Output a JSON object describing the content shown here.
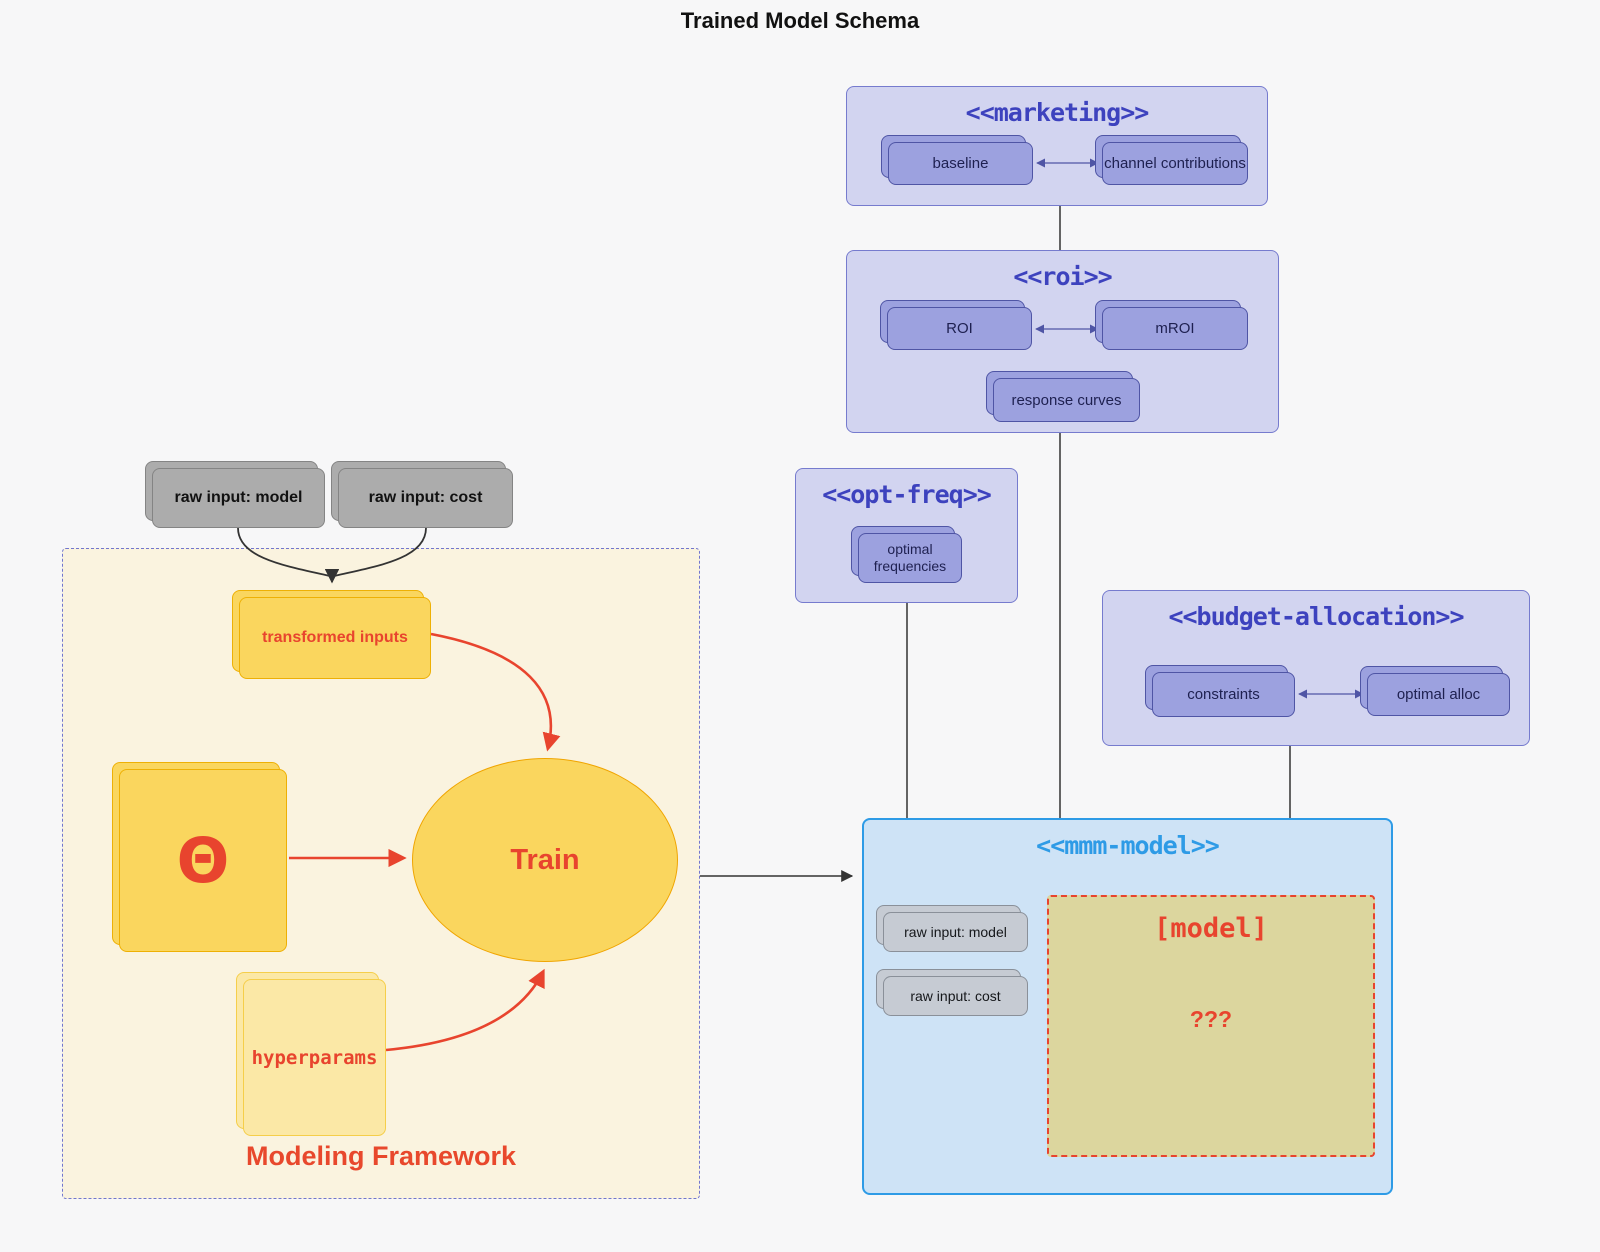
{
  "diagram_title": "Trained Model Schema",
  "groups": {
    "marketing": {
      "title": "<<marketing>>",
      "nodes": {
        "baseline": "baseline",
        "channel_contributions": "channel contributions"
      }
    },
    "roi": {
      "title": "<<roi>>",
      "nodes": {
        "roi": "ROI",
        "mroi": "mROI",
        "response_curves": "response curves"
      }
    },
    "opt_freq": {
      "title": "<<opt-freq>>",
      "nodes": {
        "optimal_frequencies": "optimal frequencies"
      }
    },
    "budget_allocation": {
      "title": "<<budget-allocation>>",
      "nodes": {
        "constraints": "constraints",
        "optimal_alloc": "optimal alloc"
      }
    },
    "mmm_model": {
      "title": "<<mmm-model>>",
      "nodes": {
        "raw_input_model": "raw input: model",
        "raw_input_cost": "raw input: cost",
        "model_box_title": "[model]",
        "model_box_body": "???"
      }
    },
    "modeling_framework": {
      "title": "Modeling Framework",
      "nodes": {
        "transformed_inputs": "transformed inputs",
        "theta": "Θ",
        "train": "Train",
        "hyperparams": "hyperparams"
      }
    }
  },
  "external_inputs": {
    "raw_input_model": "raw input: model",
    "raw_input_cost": "raw input: cost"
  },
  "colors": {
    "background": "#F7F7F8",
    "group_fill": "#D2D4F0",
    "group_border": "#767BCE",
    "group_title": "#3D42BE",
    "node_purple_fill": "#9CA1DF",
    "node_purple_border": "#4F55A5",
    "gray_node_fill": "#ACACAC",
    "gray_node_fill_light": "#C6CBD3",
    "mmm_fill": "#CEE3F6",
    "mmm_accent": "#2E9BE6",
    "framework_fill": "#FAF3DF",
    "yellow_fill": "#FAD65E",
    "yellow_border": "#EEB004",
    "yellow_light_fill": "#FBE8A6",
    "khaki_fill": "#DCD69E",
    "red_accent": "#E8442E",
    "edge_dark": "#333333"
  }
}
